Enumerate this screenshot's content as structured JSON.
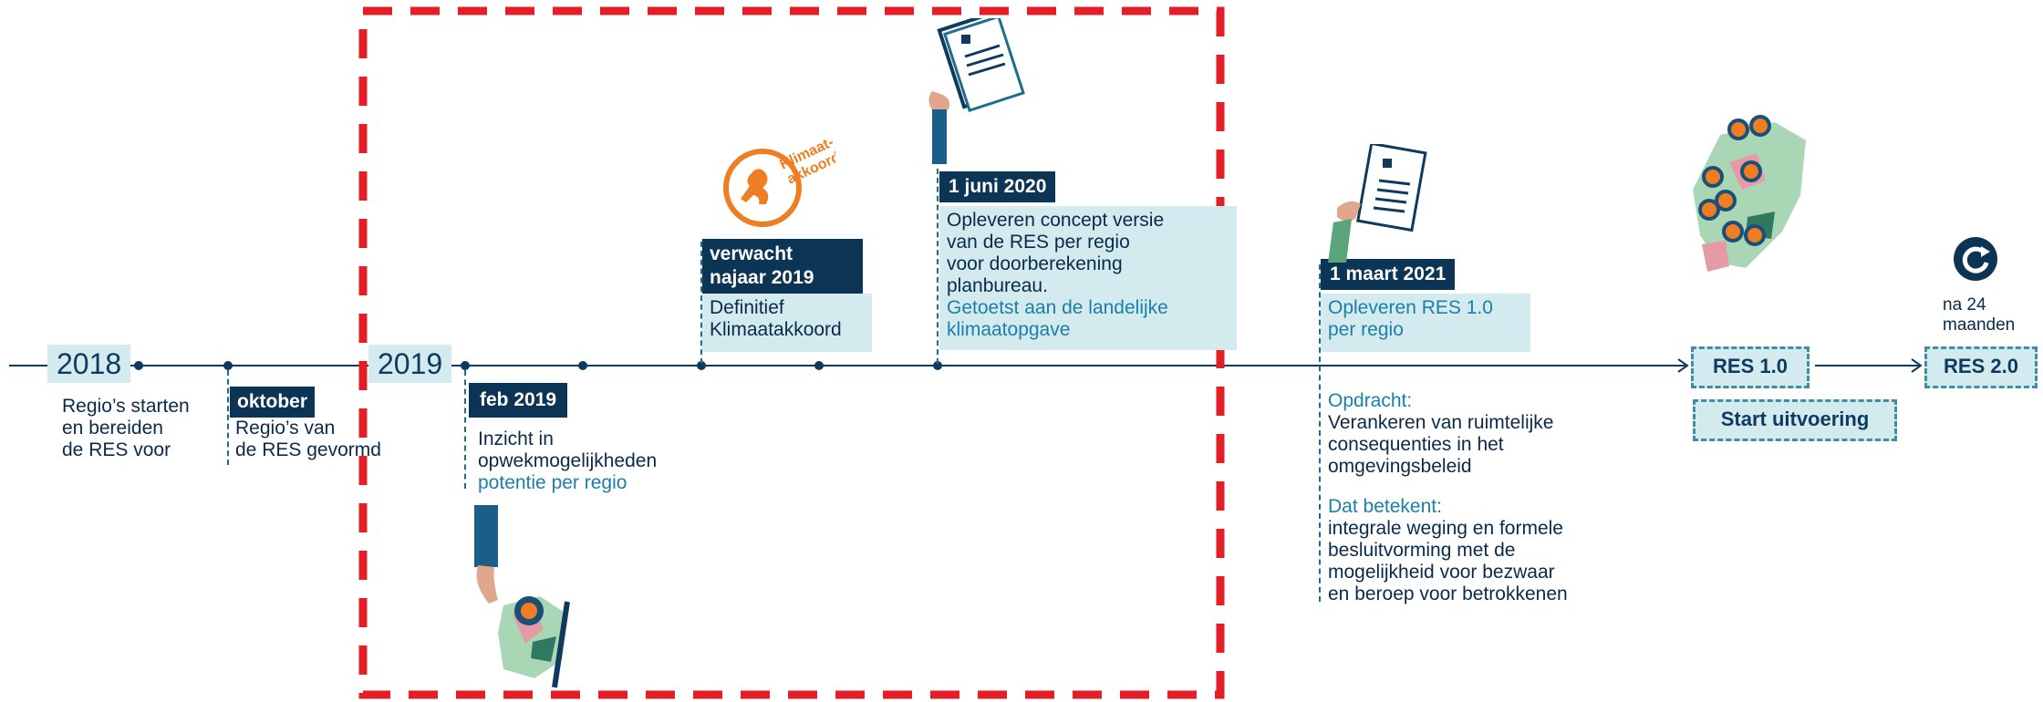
{
  "years": {
    "y2018": "2018",
    "y2019": "2019"
  },
  "events": {
    "regios_start": {
      "lines": [
        "Regio’s starten",
        "en bereiden",
        "de RES voor"
      ]
    },
    "oktober": {
      "label": "oktober",
      "lines": [
        "Regio’s van",
        "de RES gevormd"
      ]
    },
    "feb2019": {
      "label": "feb 2019",
      "lines": [
        "Inzicht in",
        "opwekmogelijkheden"
      ],
      "highlight": "potentie per regio"
    },
    "najaar2019": {
      "label_lines": [
        "verwacht",
        "najaar 2019"
      ],
      "lines": [
        "Definitief",
        "Klimaatakkoord"
      ]
    },
    "juni2020": {
      "label": "1 juni 2020",
      "lines": [
        "Opleveren concept versie",
        "van de RES per regio",
        "voor doorberekening",
        "planbureau."
      ],
      "highlight_lines": [
        "Getoetst aan de landelijke",
        "klimaatopgave"
      ]
    },
    "maart2021": {
      "label": "1 maart 2021",
      "lines": [
        "Opleveren RES 1.0",
        "per regio"
      ]
    },
    "opdracht": {
      "heading": "Opdracht:",
      "lines": [
        "Verankeren van ruimtelijke",
        "consequenties in het",
        "omgevingsbeleid"
      ]
    },
    "betekent": {
      "heading": "Dat betekent:",
      "lines": [
        "integrale weging en formele",
        "besluitvorming met de",
        "mogelijkheid voor bezwaar",
        "en beroep voor betrokkenen"
      ]
    },
    "res10": {
      "label": "RES 1.0",
      "sub": "Start uitvoering"
    },
    "res20": {
      "label": "RES 2.0",
      "before": [
        "na 24",
        "maanden"
      ]
    }
  },
  "logo": {
    "text_lines": [
      "Klimaat-",
      "akkoord"
    ]
  },
  "colors": {
    "navy": "#0c3455",
    "teal": "#1b7fa8",
    "light_teal": "#d3ebee",
    "highlight_border": "#e41e26",
    "orange": "#ef7d22"
  }
}
